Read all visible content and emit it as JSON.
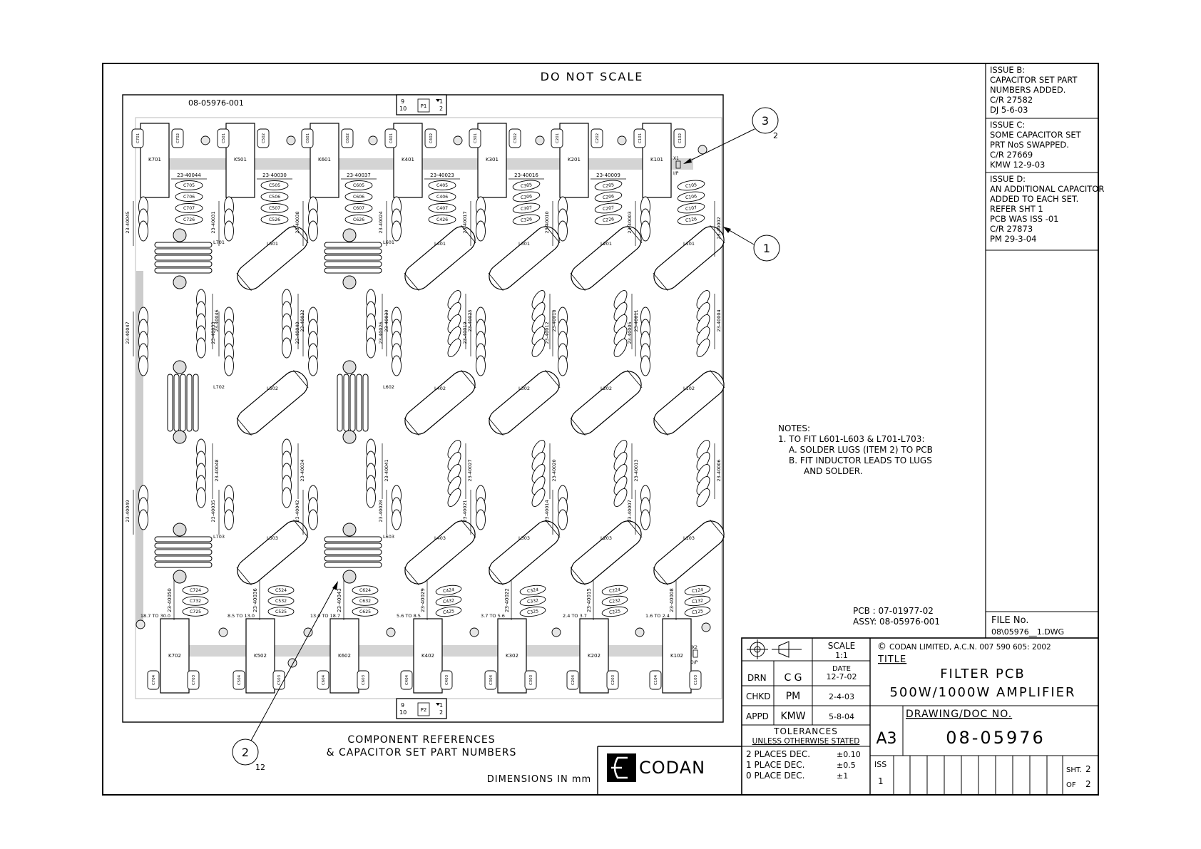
{
  "header": {
    "do_not_scale": "DO NOT SCALE",
    "assy_label": "08-05976-001"
  },
  "connectors": {
    "top": {
      "name": "P1",
      "pins_left": [
        "9",
        "10"
      ],
      "pins_right": [
        "1",
        "2"
      ]
    },
    "bottom": {
      "name": "P2",
      "pins_left": [
        "9",
        "10"
      ],
      "pins_right": [
        "1",
        "2"
      ]
    }
  },
  "relays_top": [
    "K701",
    "K501",
    "K601",
    "K401",
    "K301",
    "K201",
    "K101"
  ],
  "relays_bottom": [
    "K702",
    "K502",
    "K602",
    "K402",
    "K302",
    "K202",
    "K102"
  ],
  "relay_top_caps": [
    [
      "C701",
      "C702"
    ],
    [
      "C501",
      "C502"
    ],
    [
      "C601",
      "C602"
    ],
    [
      "C401",
      "C402"
    ],
    [
      "C301",
      "C302"
    ],
    [
      "C201",
      "C202"
    ],
    [
      "C101",
      "C102"
    ]
  ],
  "relay_bottom_caps": [
    [
      "C704",
      "C703"
    ],
    [
      "C504",
      "C503"
    ],
    [
      "C604",
      "C603"
    ],
    [
      "C404",
      "C403"
    ],
    [
      "C304",
      "C303"
    ],
    [
      "C204",
      "C203"
    ],
    [
      "C104",
      "C103"
    ]
  ],
  "io_labels": {
    "input": "I/P",
    "output": "O/P",
    "input_ref": "X1",
    "output_ref": "X2"
  },
  "top_set_numbers": [
    "23-40044",
    "23-40030",
    "23-40037",
    "23-40023",
    "23-40016",
    "23-40009",
    "23-40002"
  ],
  "top_set_caps": [
    [
      "C705",
      "C706",
      "C707",
      "C726"
    ],
    [
      "C505",
      "C506",
      "C507",
      "C526"
    ],
    [
      "C605",
      "C606",
      "C607",
      "C626"
    ],
    [
      "C405",
      "C406",
      "C407",
      "C426"
    ],
    [
      "C305",
      "C306",
      "C307",
      "C326"
    ],
    [
      "C205",
      "C206",
      "C207",
      "C226"
    ],
    [
      "C105",
      "C106",
      "C107",
      "C126"
    ]
  ],
  "bottom_set_numbers": [
    "23-40050",
    "23-40036",
    "23-40043",
    "23-40029",
    "23-40022",
    "23-40015",
    "23-40008"
  ],
  "bottom_set_caps": [
    [
      "C724",
      "C732",
      "C725"
    ],
    [
      "C524",
      "C532",
      "C525"
    ],
    [
      "C624",
      "C632",
      "C625"
    ],
    [
      "C424",
      "C432",
      "C425"
    ],
    [
      "C324",
      "C332",
      "C325"
    ],
    [
      "C224",
      "C232",
      "C225"
    ],
    [
      "C124",
      "C132",
      "C125"
    ]
  ],
  "freq_ranges": [
    "18.7 TO 30.0",
    "8.5 TO 13.0",
    "13.0 TO 18.7",
    "5.6 TO 8.5",
    "3.7 TO 5.6",
    "2.4 TO 3.7",
    "1.6 TO 2.4"
  ],
  "inductors": [
    [
      "L701",
      "L702",
      "L703"
    ],
    [
      "L501",
      "L502",
      "L503"
    ],
    [
      "L601",
      "L602",
      "L603"
    ],
    [
      "L401",
      "L402",
      "L403"
    ],
    [
      "L301",
      "L302",
      "L303"
    ],
    [
      "L201",
      "L202",
      "L203"
    ],
    [
      "L101",
      "L102",
      "L103"
    ]
  ],
  "left_set_numbers": [
    [
      "23-40045",
      "23-40047",
      "23-40049"
    ],
    [
      "23-40031",
      "23-40033",
      "23-40035"
    ],
    [
      "23-40038",
      "23-40040",
      "23-40042"
    ],
    [
      "23-40024",
      "23-40026",
      "23-40028"
    ],
    [
      "23-40017",
      "23-40019",
      "23-40021"
    ],
    [
      "23-40010",
      "23-40012",
      "23-40014"
    ],
    [
      "23-40003",
      "23-40005",
      "23-40007"
    ]
  ],
  "right_set_numbers": [
    [
      "",
      "23-40046",
      "23-40048"
    ],
    [
      "",
      "23-40032",
      "23-40034"
    ],
    [
      "",
      "23-40039",
      "23-40041"
    ],
    [
      "",
      "23-40025",
      "23-40027"
    ],
    [
      "",
      "23-40018",
      "23-40020"
    ],
    [
      "",
      "23-40011",
      "23-40013"
    ],
    [
      "23-40002",
      "23-40004",
      "23-40006"
    ]
  ],
  "callouts": [
    {
      "number": "3",
      "qty": "2"
    },
    {
      "number": "1",
      "qty": ""
    },
    {
      "number": "2",
      "qty": "12"
    }
  ],
  "notes": {
    "heading": "NOTES:",
    "lines": [
      "1. TO FIT L601-L603 & L701-L703:",
      "A. SOLDER LUGS (ITEM 2) TO PCB",
      "B. FIT INDUCTOR LEADS TO LUGS",
      "AND SOLDER."
    ]
  },
  "pcb_info": {
    "pcb": "PCB : 07-01977-02",
    "assy": "ASSY: 08-05976-001"
  },
  "captions": {
    "line1": "COMPONENT REFERENCES",
    "line2": "& CAPACITOR SET PART NUMBERS",
    "dimensions": "DIMENSIONS IN mm"
  },
  "revisions": [
    {
      "lines": [
        "ISSUE B:",
        "CAPACITOR SET PART",
        "NUMBERS ADDED.",
        "C/R 27582",
        "DJ 5-6-03"
      ]
    },
    {
      "lines": [
        "ISSUE C:",
        "SOME CAPACITOR SET",
        "PRT NoS SWAPPED.",
        "C/R 27669",
        "KMW 12-9-03"
      ]
    },
    {
      "lines": [
        "ISSUE D:",
        "AN ADDITIONAL CAPACITOR",
        "ADDED TO EACH SET.",
        "REFER SHT 1",
        "PCB WAS ISS -01",
        "C/R 27873",
        "PM 29-3-04"
      ]
    }
  ],
  "file": {
    "label": "FILE No.",
    "value": "08\\05976__1.DWG"
  },
  "title_block": {
    "scale_label": "SCALE",
    "scale_value": "1:1",
    "date_label": "DATE",
    "rows": [
      {
        "role": "DRN",
        "initials": "C G",
        "date": "12-7-02"
      },
      {
        "role": "CHKD",
        "initials": "PM",
        "date": "2-4-03"
      },
      {
        "role": "APPD",
        "initials": "KMW",
        "date": "5-8-04"
      }
    ],
    "copyright": "CODAN LIMITED, A.C.N. 007 590 605: 2002",
    "copyright_symbol": "©",
    "title_label": "TITLE",
    "title_line1": "FILTER PCB",
    "title_line2": "500W/1000W AMPLIFIER",
    "drawing_label": "DRAWING/DOC NO.",
    "drawing_number": "08-05976",
    "size": "A3",
    "tolerances_label": "TOLERANCES",
    "tolerances_sub": "UNLESS OTHERWISE STATED",
    "tolerances": [
      {
        "label": "2 PLACES DEC.",
        "value": "±0.10"
      },
      {
        "label": "1 PLACE DEC.",
        "value": "±0.5"
      },
      {
        "label": "0 PLACE DEC.",
        "value": "±1"
      }
    ],
    "iss_label": "ISS",
    "iss_value": "1",
    "sheet_label": "SHT.",
    "sheet_value": "2",
    "of_label": "OF",
    "of_value": "2",
    "company": "CODAN"
  }
}
